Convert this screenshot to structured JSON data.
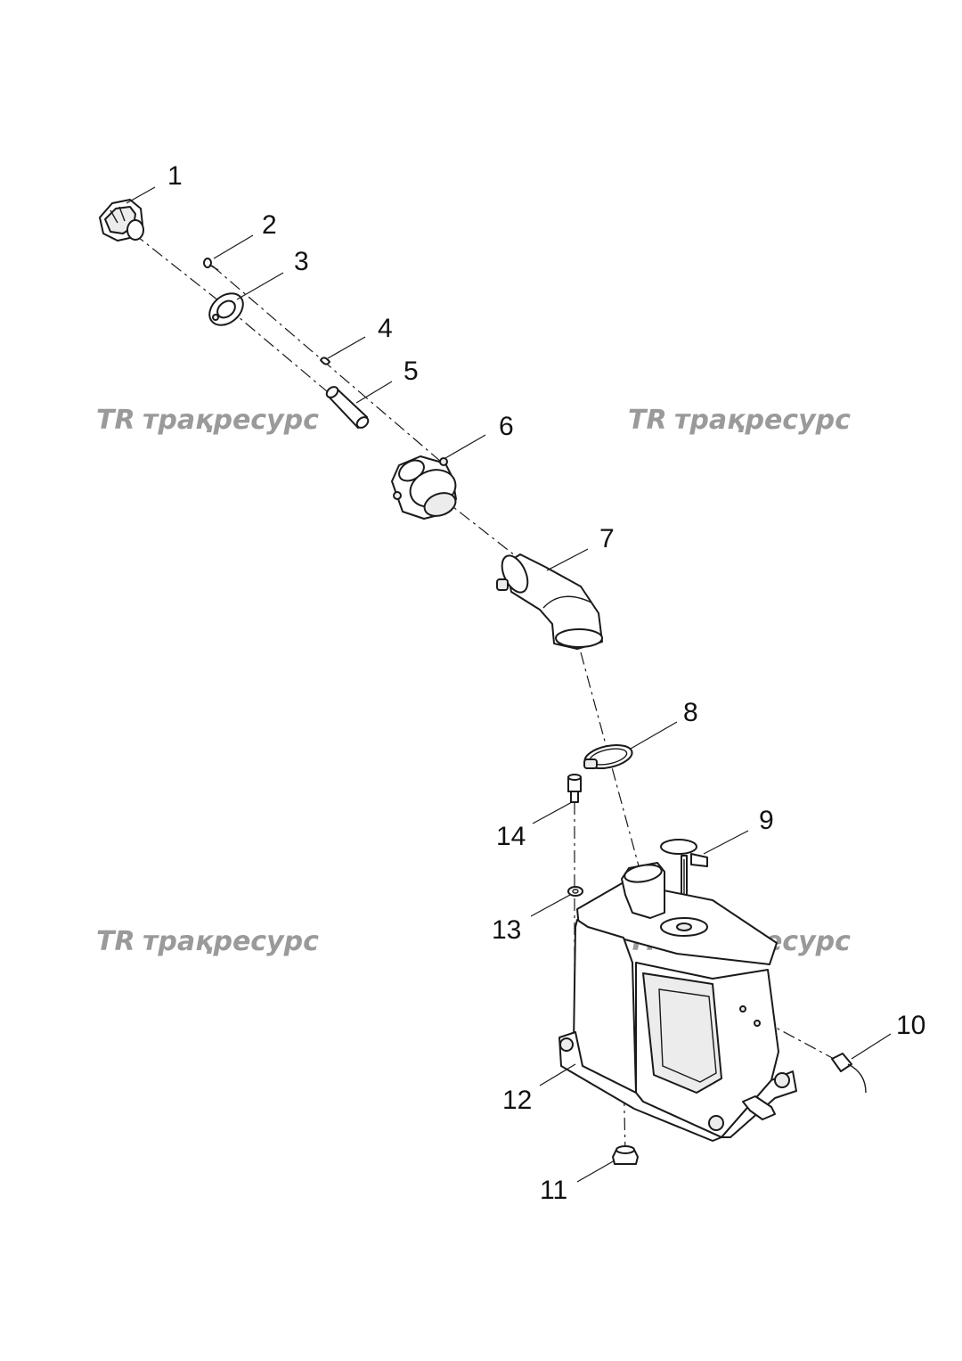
{
  "diagram": {
    "callouts": [
      {
        "id": "1",
        "label": "1"
      },
      {
        "id": "2",
        "label": "2"
      },
      {
        "id": "3",
        "label": "3"
      },
      {
        "id": "4",
        "label": "4"
      },
      {
        "id": "5",
        "label": "5"
      },
      {
        "id": "6",
        "label": "6"
      },
      {
        "id": "7",
        "label": "7"
      },
      {
        "id": "8",
        "label": "8"
      },
      {
        "id": "9",
        "label": "9"
      },
      {
        "id": "10",
        "label": "10"
      },
      {
        "id": "11",
        "label": "11"
      },
      {
        "id": "12",
        "label": "12"
      },
      {
        "id": "13",
        "label": "13"
      },
      {
        "id": "14",
        "label": "14"
      }
    ],
    "watermark": {
      "text": "трақресурс",
      "logo": "TR",
      "color": "#9a9a9a"
    }
  }
}
